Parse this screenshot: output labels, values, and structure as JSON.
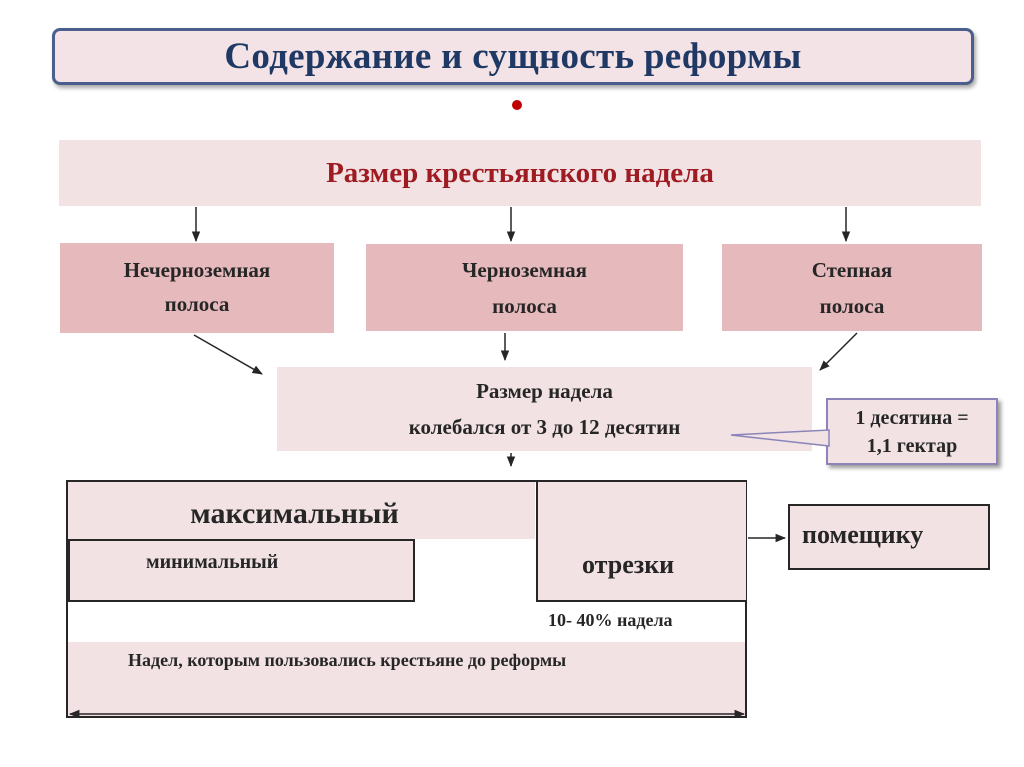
{
  "title": "Содержание и сущность реформы",
  "main_heading": "Размер крестьянского надела",
  "zones": [
    {
      "line1": "Нечерноземная",
      "line2": "полоса"
    },
    {
      "line1": "Черноземная",
      "line2": "полоса"
    },
    {
      "line1": "Степная",
      "line2": "полоса"
    }
  ],
  "allotment": {
    "line1": "Размер надела",
    "line2": "колебался от 3 до 12 десятин"
  },
  "callout": {
    "line1": "1 десятина =",
    "line2": "1,1 гектар"
  },
  "diagram": {
    "maximum": "максимальный",
    "minimum": "минимальный",
    "cuts": "отрезки",
    "percent": "10- 40% надела",
    "used_before": "Надел, которым пользовались крестьяне до реформы",
    "to_landlord": "помещику"
  },
  "colors": {
    "title_text": "#1f3864",
    "title_border": "#4b5f8d",
    "accent_red": "#9e1b22",
    "zone_fill": "#e6b9bd",
    "light_fill": "#f2e2e4"
  }
}
